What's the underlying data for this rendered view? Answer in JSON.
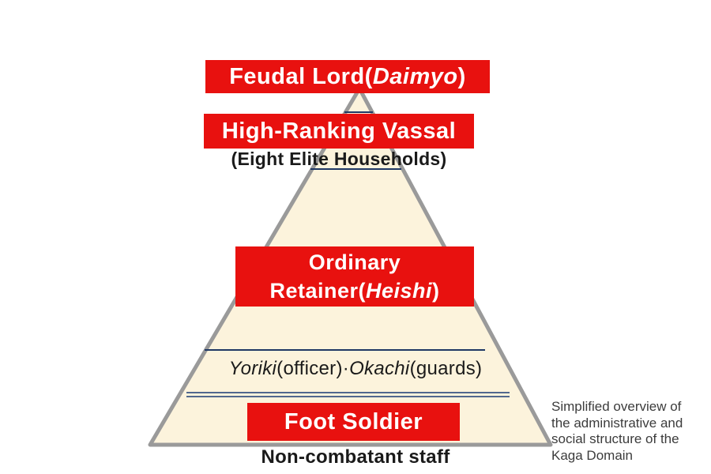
{
  "diagram": {
    "banners": {
      "feudal_lord": {
        "pre": "Feudal Lord(",
        "italic": "Daimyo",
        "post": ")"
      },
      "high_ranking_vassal": {
        "label": "High-Ranking Vassal"
      },
      "eight_elite_households": {
        "label": "(Eight Elite Households)"
      },
      "ordinary_retainer": {
        "line1": "Ordinary",
        "line2_pre": "Retainer(",
        "line2_italic": "Heishi",
        "line2_post": ")"
      },
      "yoriki_okachi": {
        "italic1": "Yoriki",
        "mid": "(officer)·",
        "italic2": "Okachi",
        "tail": "(guards)"
      },
      "foot_soldier": {
        "label": "Foot Soldier"
      },
      "non_combatant_staff": {
        "label": "Non-combatant staff"
      }
    },
    "note": {
      "lines": [
        "Simplified overview of",
        "the administrative and",
        "social structure of the",
        "Kaga Domain"
      ]
    },
    "colors": {
      "banner_red": "#e8110f",
      "banner_text": "#ffffff",
      "pyramid_fill": "#fcf3dc",
      "pyramid_border": "#9a9a9a",
      "divider_navy": "#1f3864",
      "double_line_blue": "#51688e",
      "text_black": "#1a1a1a",
      "note_gray": "#3c3c3c"
    }
  }
}
